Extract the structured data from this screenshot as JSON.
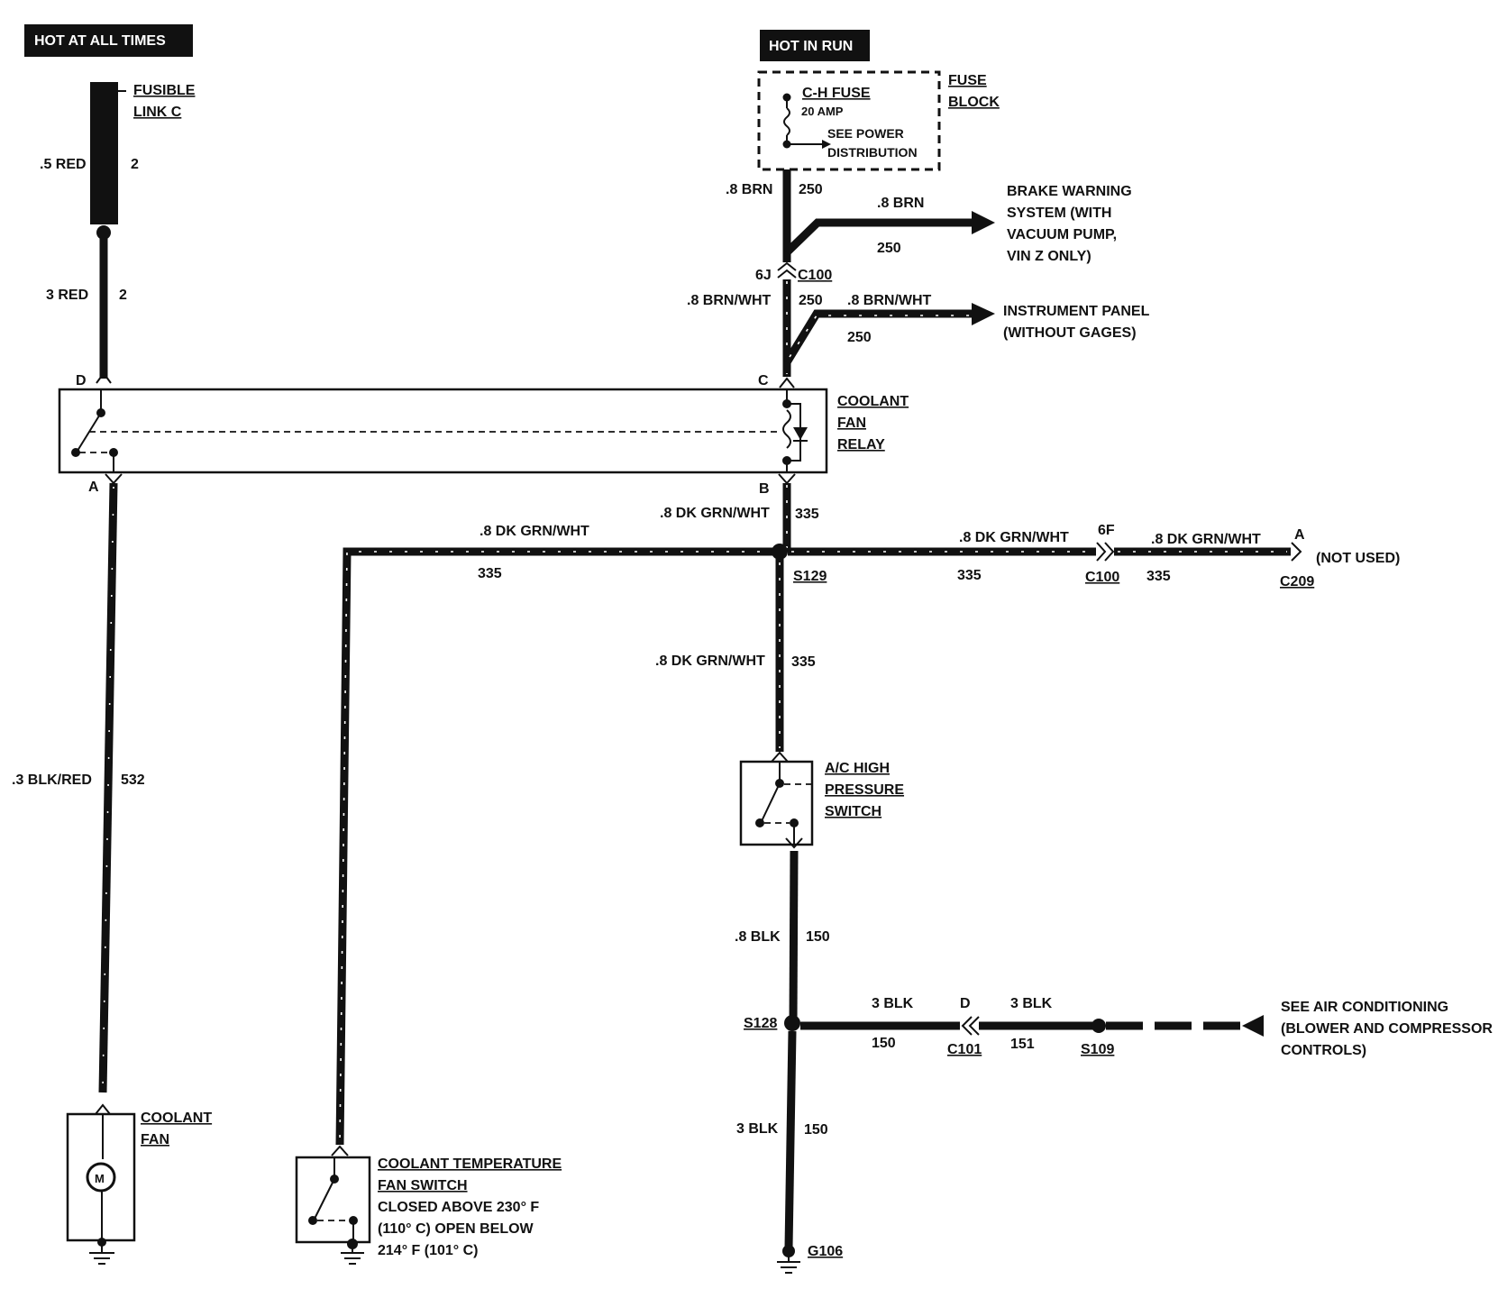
{
  "power": {
    "hot_at_all_times": "HOT AT ALL TIMES",
    "hot_in_run": "HOT IN RUN"
  },
  "fusible_link": {
    "name_line1": "FUSIBLE",
    "name_line2": "LINK C",
    "wire_top": ".5 RED",
    "circuit_top": "2",
    "wire_bottom": "3 RED",
    "circuit_bottom": "2"
  },
  "fuse_block": {
    "label_line1": "FUSE",
    "label_line2": "BLOCK",
    "fuse_name": "C-H FUSE",
    "fuse_rating": "20 AMP",
    "see_line1": "SEE POWER",
    "see_line2": "DISTRIBUTION"
  },
  "brn_circuit": {
    "wire1": ".8 BRN",
    "circuit1": "250",
    "branch_wire": ".8 BRN",
    "branch_circuit": "250",
    "brake_line1": "BRAKE WARNING",
    "brake_line2": "SYSTEM (WITH",
    "brake_line3": "VACUUM PUMP,",
    "brake_line4": "VIN Z ONLY)",
    "connector_pin": "6J",
    "connector": "C100",
    "wire2": ".8 BRN/WHT",
    "circuit2": "250",
    "ip_wire": ".8 BRN/WHT",
    "ip_circuit": "250",
    "ip_line1": "INSTRUMENT PANEL",
    "ip_line2": "(WITHOUT GAGES)"
  },
  "relay": {
    "pin_d": "D",
    "pin_c": "C",
    "pin_a": "A",
    "pin_b": "B",
    "name_line1": "COOLANT",
    "name_line2": "FAN",
    "name_line3": "RELAY"
  },
  "grn_circuit": {
    "wire_b": ".8 DK GRN/WHT",
    "circuit_b": "335",
    "left_wire": ".8 DK GRN/WHT",
    "left_circuit": "335",
    "splice": "S129",
    "right_wire": ".8 DK GRN/WHT",
    "right_circuit": "335",
    "c100_pin": "6F",
    "c100": "C100",
    "far_wire": ".8 DK GRN/WHT",
    "far_circuit": "335",
    "c209_pin": "A",
    "c209": "C209",
    "not_used": "(NOT USED)",
    "down_wire": ".8 DK GRN/WHT",
    "down_circuit": "335"
  },
  "ac_switch": {
    "name_line1": "A/C HIGH",
    "name_line2": "PRESSURE",
    "name_line3": "SWITCH"
  },
  "blk_circuit": {
    "wire1": ".8 BLK",
    "circuit1": "150",
    "splice": "S128",
    "h_wire1": "3 BLK",
    "h_circuit1": "150",
    "c101_pin": "D",
    "c101": "C101",
    "h_wire2": "3 BLK",
    "h_circuit2": "151",
    "s109": "S109",
    "see_line1": "SEE AIR CONDITIONING",
    "see_line2": "(BLOWER AND COMPRESSOR",
    "see_line3": "CONTROLS)",
    "wire2": "3 BLK",
    "circuit2": "150",
    "ground": "G106"
  },
  "fan_circuit": {
    "wire": ".3 BLK/RED",
    "circuit": "532",
    "motor_symbol": "M",
    "name_line1": "COOLANT",
    "name_line2": "FAN"
  },
  "temp_switch": {
    "name_line1": "COOLANT TEMPERATURE",
    "name_line2": "FAN SWITCH",
    "desc_line1": "CLOSED ABOVE 230° F",
    "desc_line2": "(110° C) OPEN BELOW",
    "desc_line3": "214° F (101° C)"
  }
}
